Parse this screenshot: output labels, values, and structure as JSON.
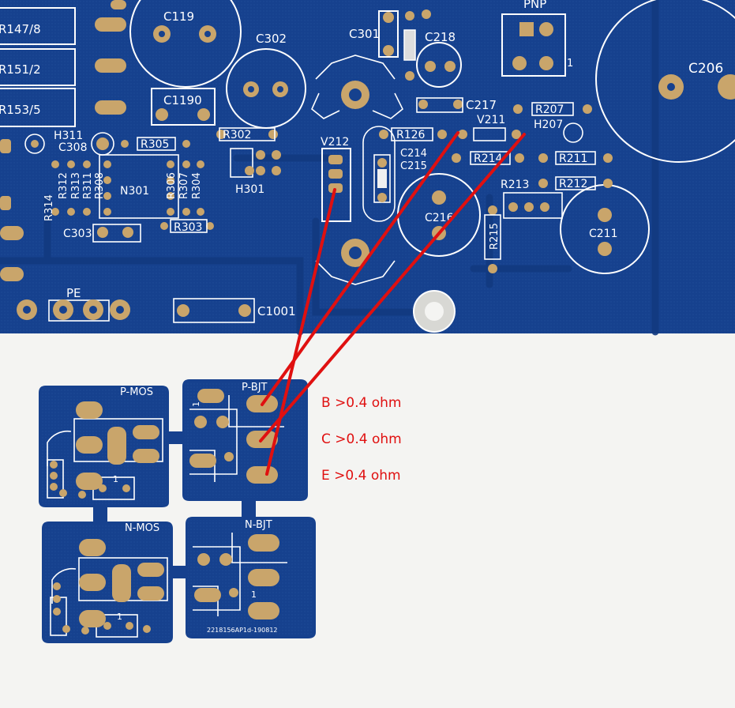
{
  "main_board": {
    "labels": {
      "r147": "R147/8",
      "r151": "R151/2",
      "r153": "R153/5",
      "c119": "C119",
      "c302": "C302",
      "c301": "C301",
      "c218": "C218",
      "pnp": "PNP",
      "c206": "C206",
      "c1190": "C1190",
      "c217": "C217",
      "r207": "R207",
      "h207": "H207",
      "v211": "V211",
      "r126": "R126",
      "h311": "H311",
      "c308": "C308",
      "r305": "R305",
      "r302": "R302",
      "v212": "V212",
      "c214": "C214",
      "c215": "C215",
      "r214": "R214",
      "r211": "R211",
      "r312": "R312",
      "r313": "R313",
      "r311": "R311",
      "r308": "R308",
      "n301": "N301",
      "r306": "R306",
      "r307": "R307",
      "r304": "R304",
      "h301": "H301",
      "r213": "R213",
      "r212": "R212",
      "r314": "R314",
      "c216": "C216",
      "r215": "R215",
      "c211": "C211",
      "r303": "R303",
      "c303": "C303",
      "pe": "PE",
      "c1001": "C1001",
      "pin1": "1"
    }
  },
  "small_boards": {
    "pmos": {
      "label": "P-MOS",
      "pin1": "1"
    },
    "pbjt": {
      "label": "P-BJT",
      "pin1": "1"
    },
    "nmos": {
      "label": "N-MOS",
      "pin1": "1"
    },
    "nbjt": {
      "label": "N-BJT",
      "pin1": "1",
      "code": "2218156AP1d-190812"
    }
  },
  "annotations": {
    "b": "B >0.4 ohm",
    "c": "C >0.4 ohm",
    "e": "E >0.4 ohm"
  },
  "colors": {
    "board": "#16418e",
    "pad": "#c9a56b",
    "silkscreen": "#ffffff",
    "annotation": "#e01010",
    "background": "#f4f4f2"
  }
}
